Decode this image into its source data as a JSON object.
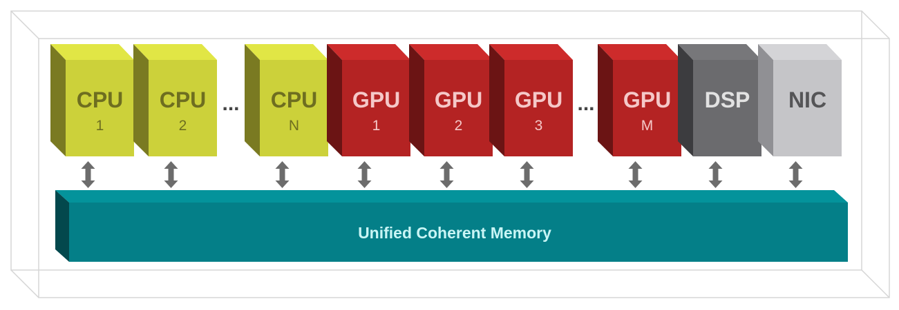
{
  "processing_units": [
    {
      "label": "CPU",
      "index": "1",
      "kind": "cpu"
    },
    {
      "label": "CPU",
      "index": "2",
      "kind": "cpu"
    },
    {
      "label": "CPU",
      "index": "N",
      "kind": "cpu"
    },
    {
      "label": "GPU",
      "index": "1",
      "kind": "gpu"
    },
    {
      "label": "GPU",
      "index": "2",
      "kind": "gpu"
    },
    {
      "label": "GPU",
      "index": "3",
      "kind": "gpu"
    },
    {
      "label": "GPU",
      "index": "M",
      "kind": "gpu"
    },
    {
      "label": "DSP",
      "index": "",
      "kind": "dsp"
    },
    {
      "label": "NIC",
      "index": "",
      "kind": "nic"
    }
  ],
  "ellipsis_text": "...",
  "memory": {
    "label": "Unified Coherent Memory"
  },
  "colors": {
    "cpu_front": "#ccd13a",
    "cpu_top": "#e1e645",
    "cpu_side": "#7a7a22",
    "cpu_text": "#6e6e20",
    "gpu_front": "#b42323",
    "gpu_top": "#cd2b2b",
    "gpu_side": "#6b1414",
    "gpu_text": "#f5c8c8",
    "dsp_front": "#6b6b6e",
    "dsp_top": "#77777a",
    "dsp_side": "#3c3c3f",
    "dsp_text": "#e2e2e2",
    "nic_front": "#c5c5c8",
    "nic_top": "#d4d4d7",
    "nic_side": "#909094",
    "nic_text": "#555557",
    "memory_front": "#047f88",
    "memory_top": "#04939b",
    "memory_side": "#03484d",
    "memory_text": "#c9f5f5",
    "arrow": "#6c6c6c",
    "frame": "#d5d5d5"
  }
}
